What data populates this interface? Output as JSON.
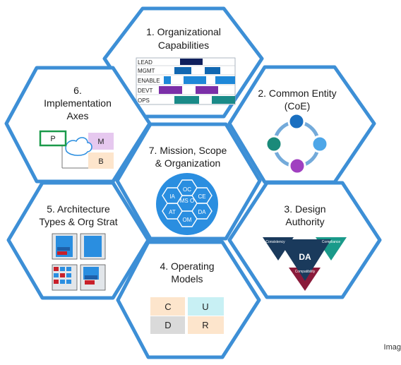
{
  "hexagons": {
    "org_capabilities": {
      "title_lines": [
        "1. Organizational",
        "Capabilities"
      ],
      "rows": [
        "LEAD",
        "MGMT",
        "ENABLE",
        "DEVT",
        "OPS"
      ]
    },
    "common_entity": {
      "title_lines": [
        "2. Common Entity",
        "(CoE)"
      ]
    },
    "design_authority": {
      "title_lines": [
        "3. Design",
        "Authority"
      ],
      "center": "DA",
      "left": "Consistency",
      "right": "Compliance",
      "bottom": "Compatibility"
    },
    "operating_models": {
      "title_lines": [
        "4. Operating",
        "Models"
      ],
      "cells": [
        "C",
        "U",
        "D",
        "R"
      ]
    },
    "architecture_types": {
      "title_lines": [
        "5. Architecture",
        "Types & Org Strat"
      ]
    },
    "implementation_axes": {
      "title_lines": [
        "6.",
        "Implementation",
        "Axes"
      ],
      "labels": [
        "P",
        "M",
        "B"
      ]
    },
    "mission_scope": {
      "title_lines": [
        "7. Mission, Scope",
        "& Organization"
      ],
      "center": "MS O",
      "cells": [
        "OC",
        "CE",
        "DA",
        "OM",
        "AT",
        "IA"
      ]
    }
  },
  "footer": "Imag",
  "colors": {
    "hex_border": "#3d8fd6",
    "lead_bar": "#0f1f5c",
    "mgmt_bar": "#1167b1",
    "enable_bar": "#1e88d8",
    "devt_bar": "#7b2fa8",
    "ops_bar": "#1a8a88",
    "coe_blue_dark": "#1a6fc0",
    "coe_blue_light": "#4da6e8",
    "coe_purple": "#a040c0",
    "coe_teal": "#1a8a7a",
    "da_navy": "#1a3a5c",
    "da_teal": "#1a9a8a",
    "da_maroon": "#8a1a3a",
    "op_c": "#fde5cc",
    "op_u": "#c8f0f4",
    "op_d": "#dadada",
    "op_r": "#fde5cc"
  }
}
